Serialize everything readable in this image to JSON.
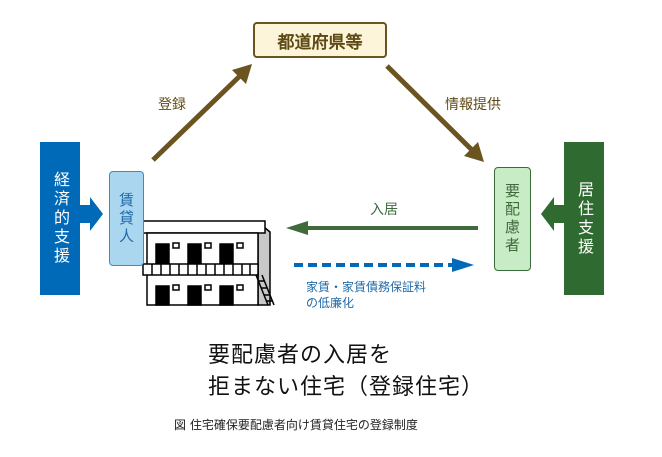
{
  "nodes": {
    "government": "都道府県等",
    "landlord": "賃貸人",
    "needy_person": "要配慮者",
    "economic_support": "経済的支援",
    "living_support": "居住支援"
  },
  "arrows": {
    "register": "登録",
    "info_provision": "情報提供",
    "move_in": "入居",
    "cost_reduction_line1": "家賃・家賃債務保証料",
    "cost_reduction_line2": "の低廉化"
  },
  "housing_title": {
    "line1": "要配慮者の入居を",
    "line2": "拒まない住宅（登録住宅）"
  },
  "caption": "図 住宅確保要配慮者向け賃貸住宅の登録制度",
  "colors": {
    "economic_support": "#0069b8",
    "living_support": "#2f6b31",
    "gov_border": "#6b5420",
    "gov_fill": "#fdf5da",
    "landlord_fill": "#aad7ef",
    "needy_fill": "#c8ecc6",
    "arrow_brown": "#6b5420",
    "arrow_green": "#3f6b3c",
    "arrow_blue": "#0069b8"
  }
}
